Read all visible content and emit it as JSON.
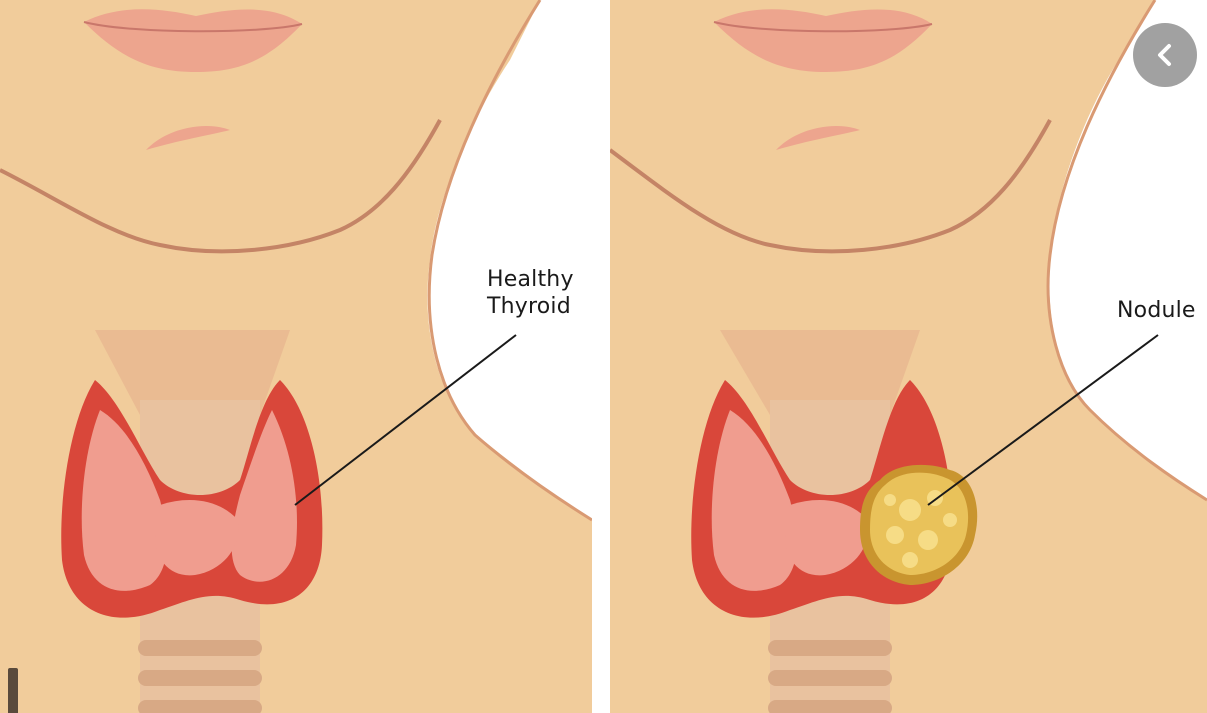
{
  "panels": {
    "left": {
      "label_line1": "Healthy",
      "label_line2": "Thyroid"
    },
    "right": {
      "label": "Nodule"
    }
  },
  "controls": {
    "back_icon": "chevron-left-icon",
    "back_button_color": "#8c8c8c"
  },
  "colors": {
    "skin": "#f2cd9c",
    "skin_shadow": "#e6b07a",
    "thyroid": "#d9473a",
    "thyroid_light": "#f3a39a",
    "nodule": "#e2b84a",
    "background": "#ffffff"
  }
}
